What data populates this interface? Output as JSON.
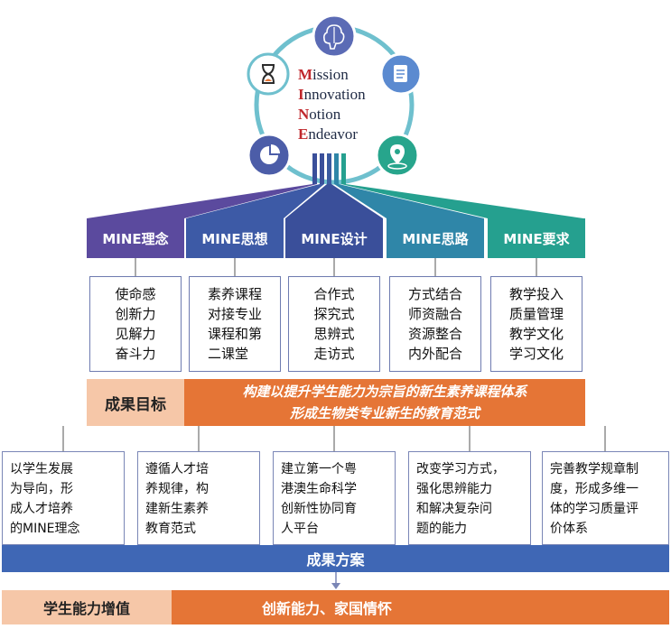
{
  "mine": {
    "words": [
      {
        "initial": "M",
        "rest": "ission"
      },
      {
        "initial": "I",
        "rest": "nnovation"
      },
      {
        "initial": "N",
        "rest": "otion"
      },
      {
        "initial": "E",
        "rest": "ndeavor"
      }
    ]
  },
  "headers": [
    "MINE理念",
    "MINE思想",
    "MINE设计",
    "MINE思路",
    "MINE要求"
  ],
  "details": [
    [
      "使命感",
      "创新力",
      "见解力",
      "奋斗力"
    ],
    [
      "素养课程",
      "对接专业",
      "课程和第",
      "二课堂"
    ],
    [
      "合作式",
      "探究式",
      "思辨式",
      "走访式"
    ],
    [
      "方式结合",
      "师资融合",
      "资源整合",
      "内外配合"
    ],
    [
      "教学投入",
      "质量管理",
      "教学文化",
      "学习文化"
    ]
  ],
  "goal": {
    "label": "成果目标",
    "line1": "构建以提升学生能力为宗旨的新生素养课程体系",
    "line2": "形成生物类专业新生的教育范式"
  },
  "results": [
    "以学生发展\n为导向，形\n成人才培养\n的MINE理念",
    "遵循人才培\n养规律，构\n建新生素养\n教育范式",
    "建立第一个粤\n港澳生命科学\n创新性协同育\n人平台",
    "改变学习方式，\n强化思辨能力\n和解决复杂问\n题的能力",
    "完善教学规章制\n度，形成多维一\n体的学习质量评\n价体系"
  ],
  "plan": {
    "label": "成果方案"
  },
  "value": {
    "label": "学生能力增值",
    "text": "创新能力、家国情怀"
  },
  "colors": {
    "headers": [
      "#5b4a9e",
      "#3d5aa6",
      "#3a4f9a",
      "#2f86a8",
      "#25a08f"
    ],
    "ring": "#6fc0ce",
    "goal": "#e57536",
    "goal_light": "#f6c7a8",
    "plan": "#3f67b5"
  },
  "icons": [
    "brain-icon",
    "document-icon",
    "location-pin-icon",
    "pie-chart-icon",
    "hourglass-icon"
  ]
}
